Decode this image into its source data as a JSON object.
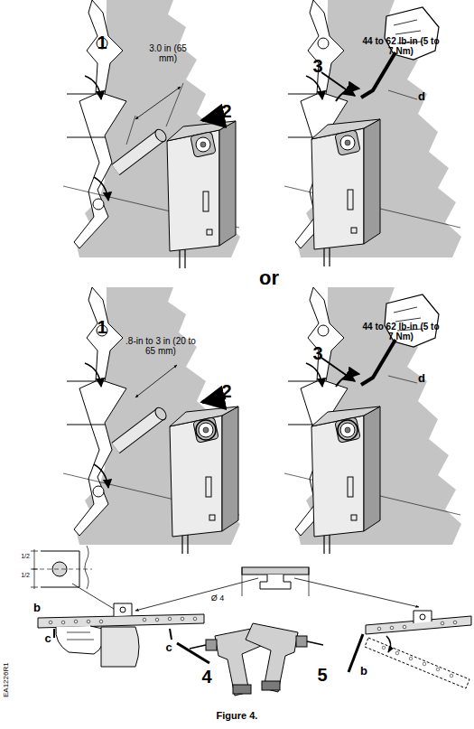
{
  "diagram": {
    "caption": "Figure 4.",
    "labels": [
      "1",
      "3.0 in (65 mm)",
      "2",
      "3",
      "44 to 62 lb-in (5 to 7 Nm)",
      "d",
      "or",
      "1",
      ".8-in to 3 in (20 to 65 mm)",
      "2",
      "3",
      "44 to 62 lb-in (5 to 7 Nm)",
      "d",
      "1/2",
      "1/2",
      "b",
      "c",
      "Ø 4",
      "c",
      "4",
      "5",
      "b",
      "EA1226R1"
    ]
  }
}
